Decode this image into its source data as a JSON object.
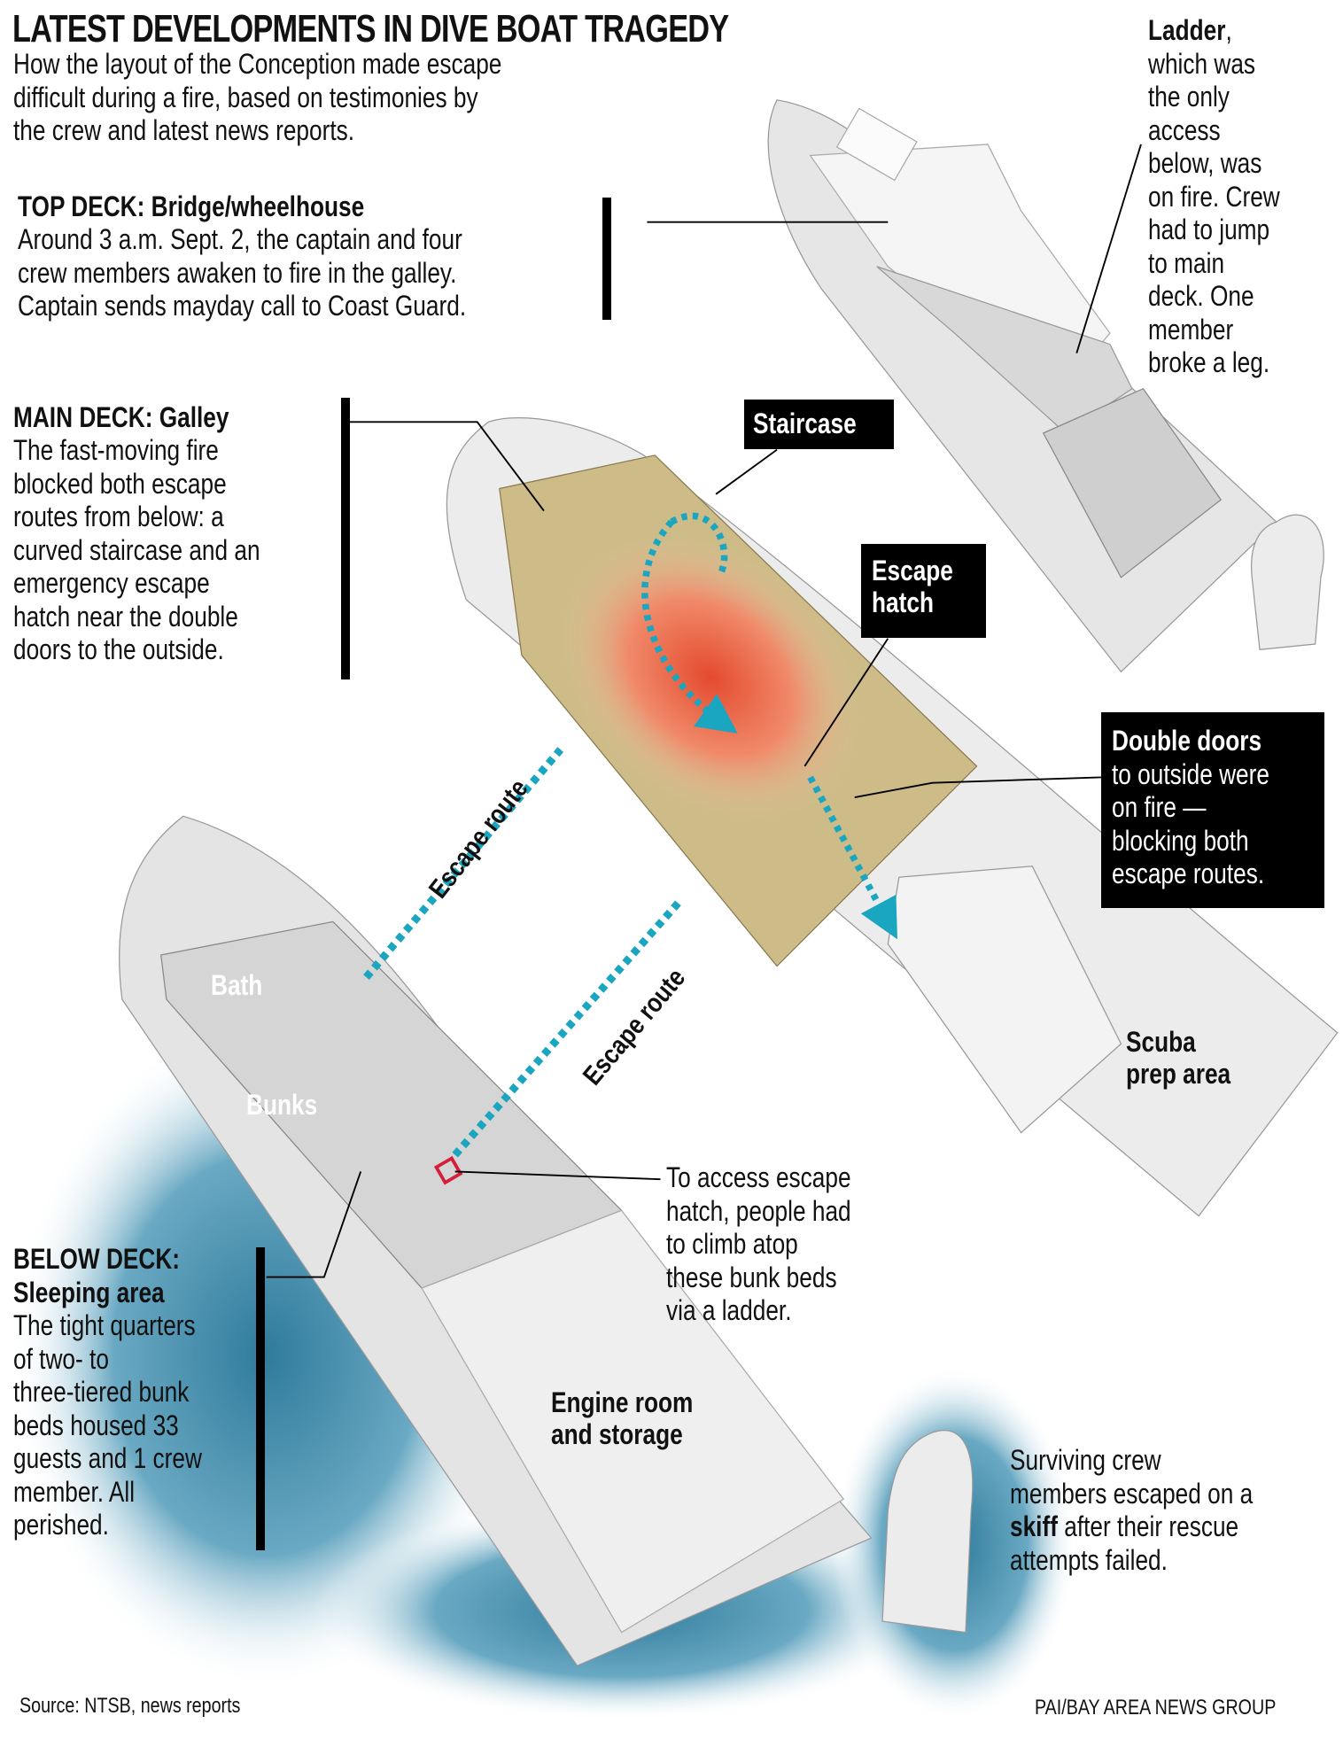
{
  "title": "LATEST DEVELOPMENTS IN DIVE BOAT TRAGEDY",
  "subtitle": [
    "How the layout of the Conception made escape",
    "difficult during a fire, based on testimonies by",
    "the crew and latest news reports."
  ],
  "top_deck": {
    "heading": "TOP DECK: Bridge/wheelhouse",
    "lines": [
      "Around 3 a.m. Sept. 2, the captain and four",
      "crew members awaken to fire in the galley.",
      "Captain sends mayday call to Coast Guard."
    ]
  },
  "main_deck": {
    "heading": "MAIN DECK: Galley",
    "lines": [
      "The fast-moving fire",
      "blocked both escape",
      "routes from below: a",
      "curved staircase and an",
      "emergency escape",
      "hatch near the double",
      "doors to the outside."
    ]
  },
  "below_deck": {
    "heading": [
      "BELOW DECK:",
      "Sleeping area"
    ],
    "lines": [
      "The tight quarters",
      "of two- to",
      "three-tiered bunk",
      "beds housed 33",
      "guests and 1 crew",
      "member. All",
      "perished."
    ]
  },
  "ladder": {
    "bold": "Ladder",
    "rest": ",",
    "lines": [
      "which was",
      "the only",
      "access",
      "below, was",
      "on fire. Crew",
      "had to jump",
      "to main",
      "deck. One",
      "member",
      "broke a leg."
    ]
  },
  "labels": {
    "staircase": "Staircase",
    "escape_hatch": [
      "Escape",
      "hatch"
    ],
    "double_doors_bold": "Double doors",
    "double_doors_lines": [
      "to outside were",
      "on fire —",
      "blocking both",
      "escape routes."
    ],
    "scuba": [
      "Scuba",
      "prep area"
    ],
    "bath": "Bath",
    "bunks": "Bunks",
    "engine": [
      "Engine room",
      "and storage"
    ],
    "escape_route": "Escape route"
  },
  "hatch_note": [
    "To access escape",
    "hatch, people had",
    "to climb atop",
    "these bunk beds",
    "via a ladder."
  ],
  "skiff_note": {
    "line1": "Surviving crew",
    "line2": "members escaped on a",
    "bold": "skiff",
    "line3_rest": " after their rescue",
    "line4": "attempts failed."
  },
  "footer": {
    "source": "Source: NTSB, news reports",
    "credit": "PAI/BAY AREA NEWS GROUP"
  },
  "colors": {
    "escape_route": "#1aa6c0",
    "fire": "#e8553a",
    "galley": "#d9c48a",
    "water": "#3f8aa8"
  }
}
